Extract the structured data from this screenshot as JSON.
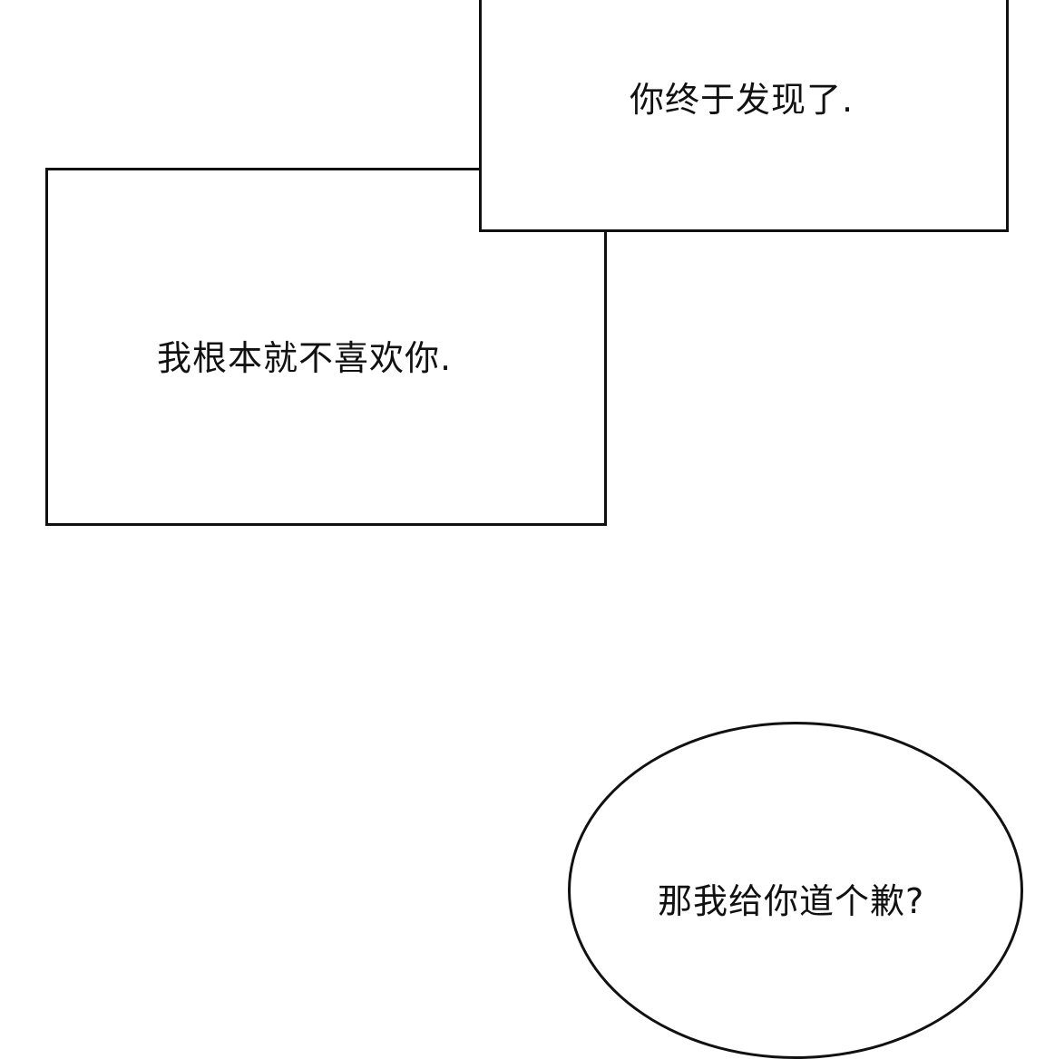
{
  "panels": {
    "top_right_box": {
      "text": "你终于发现了."
    },
    "left_box": {
      "text": "我根本就不喜欢你."
    },
    "speech_bubble": {
      "text": "那我给你道个歉?"
    }
  },
  "colors": {
    "background": "#ffffff",
    "ink": "#111111"
  }
}
